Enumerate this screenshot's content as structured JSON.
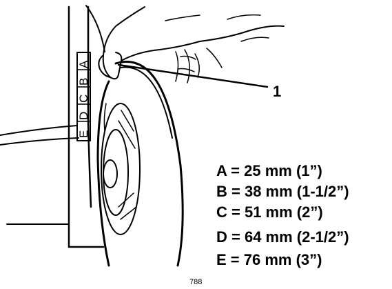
{
  "callout": {
    "number": "1"
  },
  "gauge": {
    "letters": [
      "E",
      "D",
      "C",
      "B",
      "A"
    ]
  },
  "specifications": [
    "A = 25 mm (1”)",
    "B = 38 mm (1-1/2”)",
    "C = 51 mm (2”)",
    "D = 64 mm (2-1/2”)",
    "E = 76 mm (3”)"
  ],
  "figure_number": "788"
}
